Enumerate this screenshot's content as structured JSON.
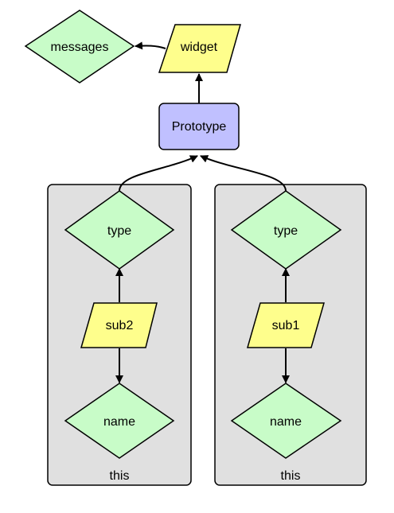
{
  "colors": {
    "diamond_fill": "#c8fcc8",
    "parallelogram_fill": "#fefe8c",
    "rect_fill": "#c0c0ff",
    "cluster_fill": "#e0e0e0",
    "stroke": "#000000"
  },
  "nodes": {
    "messages": "messages",
    "widget": "widget",
    "prototype": "Prototype",
    "type_left": "type",
    "sub2": "sub2",
    "name_left": "name",
    "type_right": "type",
    "sub1": "sub1",
    "name_right": "name"
  },
  "clusters": {
    "left_label": "this",
    "right_label": "this"
  }
}
